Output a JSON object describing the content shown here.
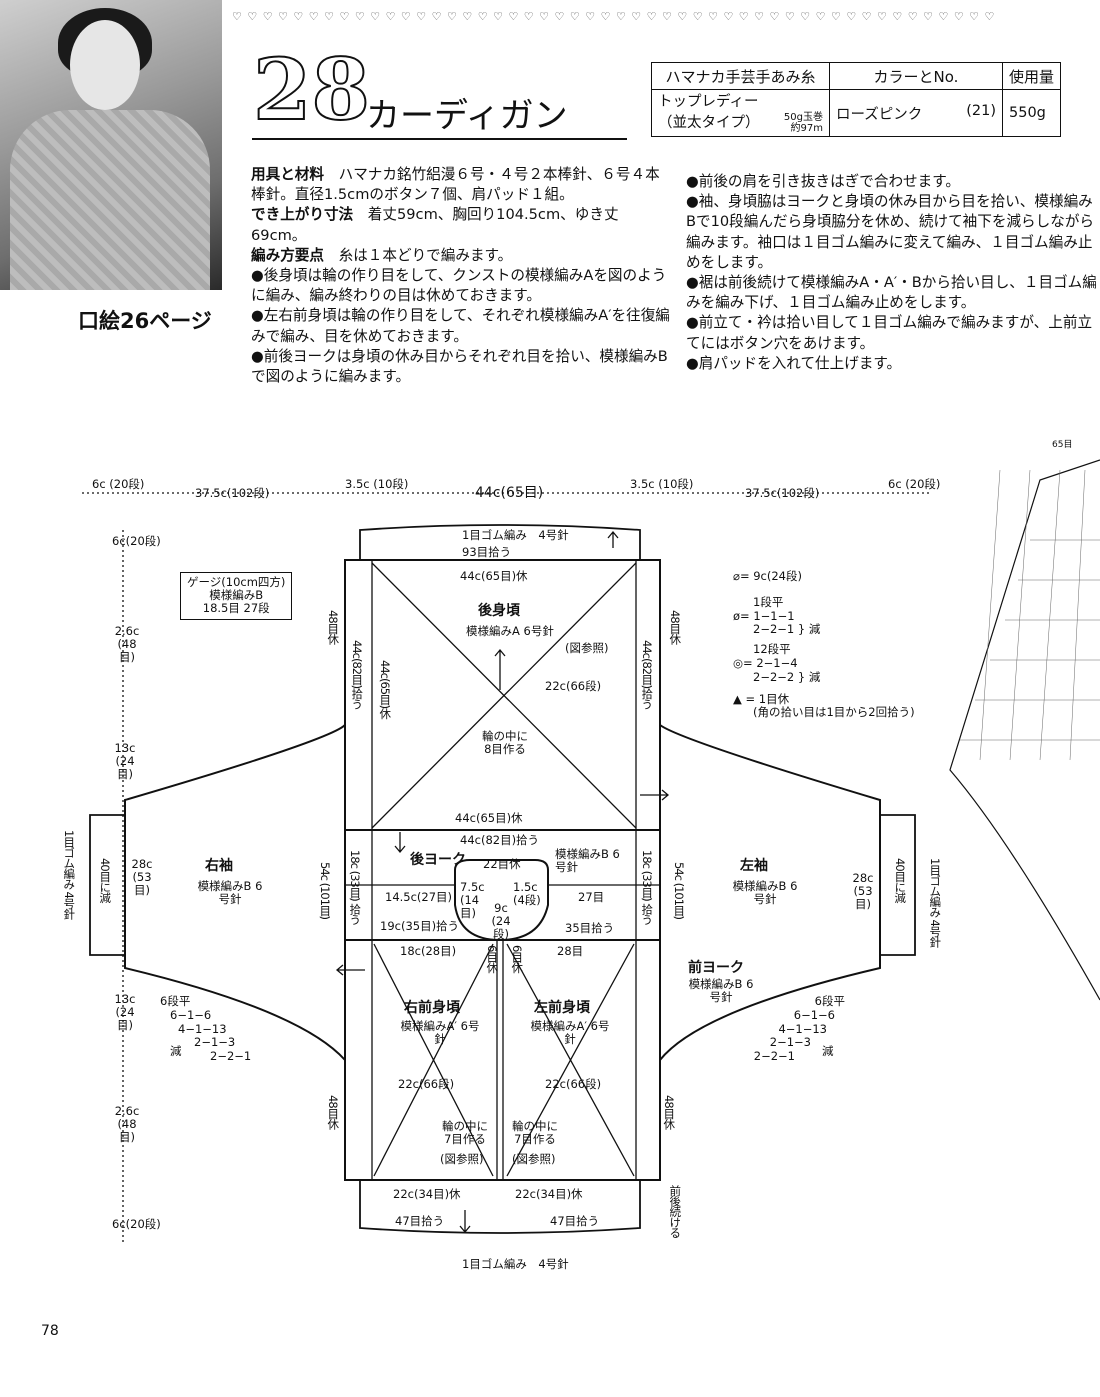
{
  "header": {
    "border_glyphs": "♡ ♡ ♡ ♡ ♡ ♡ ♡ ♡ ♡ ♡ ♡ ♡ ♡ ♡ ♡ ♡ ♡ ♡ ♡ ♡ ♡ ♡ ♡ ♡ ♡ ♡ ♡ ♡ ♡ ♡ ♡ ♡ ♡ ♡ ♡ ♡ ♡ ♡ ♡ ♡ ♡ ♡ ♡ ♡ ♡ ♡ ♡ ♡ ♡ ♡",
    "number": "28",
    "title": "カーディガン"
  },
  "photo": {
    "caption": "口絵26ページ"
  },
  "yarn_table": {
    "headers": [
      "ハマナカ手芸手あみ糸",
      "カラーとNo.",
      "使用量"
    ],
    "yarn_name": "トップレディー",
    "yarn_type": "（並太タイプ）",
    "yarn_spec": "50g玉巻 約97m",
    "color": "ローズピンク",
    "color_no": "(21)",
    "amount": "550g"
  },
  "instructions": {
    "materials_label": "用具と材料",
    "materials": "ハマナカ銘竹絽漫６号・４号２本棒針、６号４本棒針。直径1.5cmのボタン７個、肩パッド１組。",
    "size_label": "でき上がり寸法",
    "size": "着丈59cm、胸回り104.5cm、ゆき丈69cm。",
    "points_label": "編み方要点",
    "points": "糸は１本どりで編みます。",
    "steps_left": [
      "●後身頃は輪の作り目をして、クンストの模様編みAを図のように編み、編み終わりの目は休めておきます。",
      "●左右前身頃は輪の作り目をして、それぞれ模様編みA′を往復編みで編み、目を休めておきます。",
      "●前後ヨークは身頃の休み目からそれぞれ目を拾い、模様編みBで図のように編みます。"
    ],
    "steps_right": [
      "●前後の肩を引き抜きはぎで合わせます。",
      "●袖、身頃脇はヨークと身頃の休み目から目を拾い、模様編みBで10段編んだら身頃脇分を休め、続けて袖下を減らしながら編みます。袖口は１目ゴム編みに変えて編み、１目ゴム編み止めをします。",
      "●裾は前後続けて模様編みA・A′・Bから拾い目し、１目ゴム編みを編み下げ、１目ゴム編み止めをします。",
      "●前立て・衿は拾い目して１目ゴム編みで編みますが、上前立てにはボタン穴をあけます。",
      "●肩パッドを入れて仕上げます。"
    ]
  },
  "diagram": {
    "top_dims": [
      "6c (20段)",
      "37.5c(102段)",
      "3.5c (10段)",
      "44c(65目)",
      "3.5c (10段)",
      "37.5c(102段)",
      "6c (20段)"
    ],
    "gauge": {
      "title": "ゲージ(10cm四方)",
      "pattern": "模様編みB",
      "value": "18.5目 27段"
    },
    "collar_rib": "1目ゴム編み　4号針",
    "collar_pick": "93目拾う",
    "back_top": "44c(65目)休",
    "back_title": "後身頃",
    "back_pattern": "模様編みA 6号針",
    "back_ref": "(図参照)",
    "back_22": "22c(66段)",
    "back_center": "輪の中に 8目作る",
    "back_bottom": "44c(65目)休",
    "back_side_l": "44c(82目)拾う",
    "back_side_l2": "44c(65目)休",
    "back_side_r": "44c(82目)拾う",
    "side_48": "48目休",
    "yoke_pick": "44c(82目)拾う",
    "yoke_back": "後ヨーク",
    "yoke_pattern": "模様編みB 6号針",
    "yoke_22": "22目休",
    "neck_75": "7.5c (14目)",
    "neck_15": "1.5c (4段)",
    "neck_9": "9c (24段)",
    "yoke_145": "14.5c(27目)",
    "yoke_27": "27目",
    "yoke_19": "19c(35目)拾う",
    "yoke_35": "35目拾う",
    "yoke_18": "18c(28目)",
    "yoke_28": "28目",
    "yoke_side": "18c (33目) 拾う",
    "front_yoke": "前ヨーク",
    "front_yoke_pattern": "模様編みB 6号針",
    "rf_title": "右前身頃",
    "rf_pattern": "模様編みA′ 6号針",
    "lf_title": "左前身頃",
    "lf_pattern": "模様編みA′ 6号針",
    "front_22": "22c(66段)",
    "front_center": "輪の中に7目作る",
    "front_ref": "(図参照)",
    "front_bottom": "22c(34目)休",
    "front_band": "6目休",
    "hem_pick": "47目拾う",
    "hem_rib": "1目ゴム編み　4号針",
    "hem_cont": "前後続ける",
    "body_54": "54c (101目)",
    "rs_title": "右袖",
    "ls_title": "左袖",
    "sleeve_pattern": "模様編みB 6号針",
    "sleeve_28": "28c (53目)",
    "sleeve_dec": "40目に減",
    "cuff": "1目ゴム編み 4号針",
    "left_dims": [
      "6c(20段)",
      "2.6c (48目)",
      "13c (24目)",
      "13c (24目)",
      "2.6c (48目)",
      "6c(20段)"
    ],
    "sleeve_shaping": [
      "6段平",
      "6−1−6",
      "4−1−13",
      "2−1−3",
      "2−2−1",
      "減"
    ],
    "legend": {
      "a": "= 9c(24段)",
      "b_head": "1段平",
      "b1": "1−1−1",
      "b2": "2−2−1",
      "dec": "減",
      "c_head": "12段平",
      "c1": "2−1−4",
      "c2": "2−2−2",
      "d": "▲ = 1目休",
      "d_note": "(角の拾い目は1目から2回拾う)"
    },
    "chart_top": "65目"
  },
  "page_number": "78"
}
